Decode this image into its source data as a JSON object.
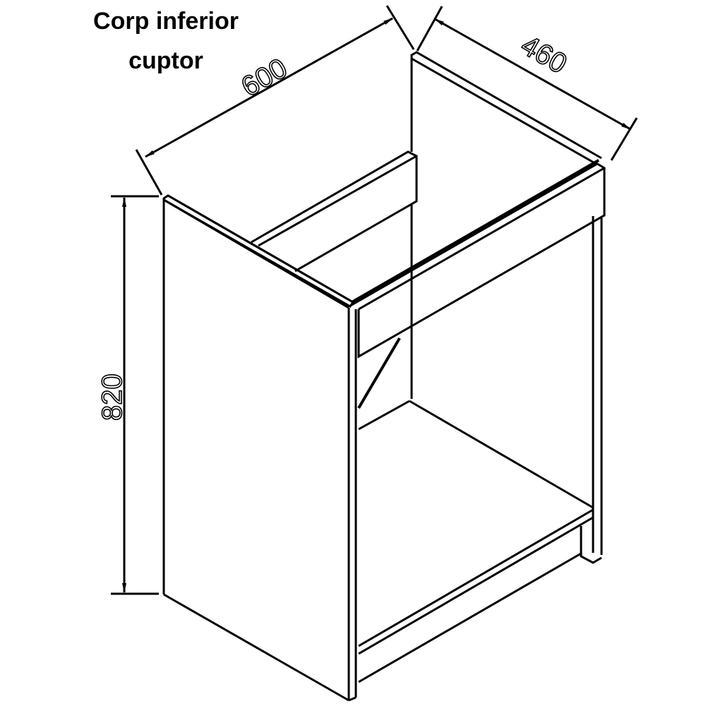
{
  "title": {
    "line1": "Corp inferior",
    "line2": "cuptor"
  },
  "dimensions": {
    "width": "600",
    "depth": "460",
    "height": "820"
  },
  "colors": {
    "line": "#000000",
    "background": "#ffffff"
  }
}
